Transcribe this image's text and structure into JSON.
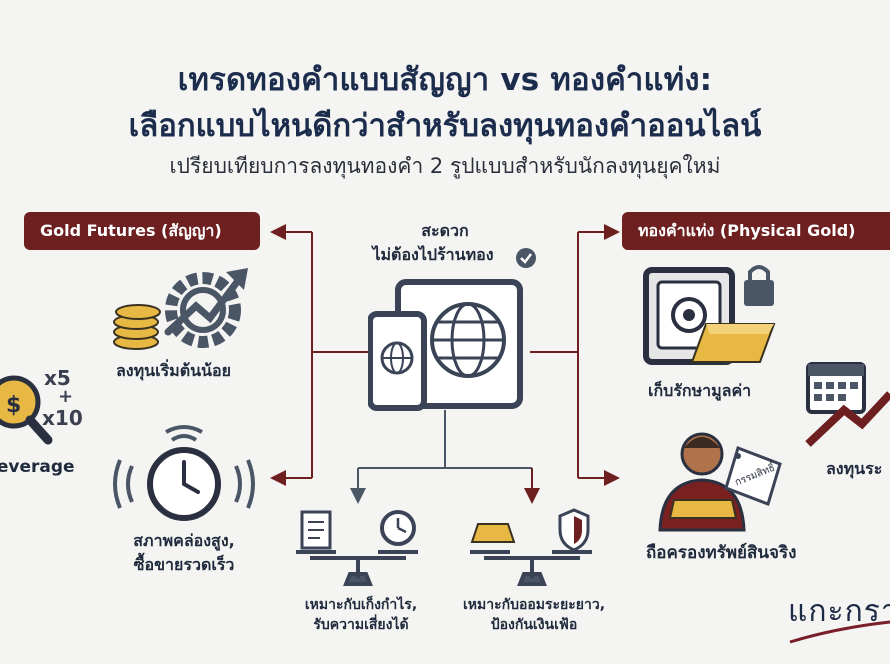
{
  "header": {
    "title_line1": "เทรดทองคำแบบสัญญา vs ทองคำแท่ง:",
    "title_line2": "เลือกแบบไหนดีกว่าสำหรับลงทุนทองคำออนไลน์",
    "subtitle": "เปรียบเทียบการลงทุนทองคำ 2 รูปแบบสำหรับนักลงทุนยุคใหม่"
  },
  "left": {
    "header": "Gold Futures (สัญญา)",
    "low_capital": "ลงทุนเริ่มต้นน้อย",
    "leverage": "Leverage",
    "mult_x5": "x5",
    "mult_plus": "+",
    "mult_x10": "x10",
    "liquidity_line1": "สภาพคล่องสูง,",
    "liquidity_line2": "ซื้อขายรวดเร็ว"
  },
  "center": {
    "convenient_line1": "สะดวก",
    "convenient_line2": "ไม่ต้องไปร้านทอง",
    "short_term_line1": "เหมาะกับเก็งกำไร,",
    "short_term_line2": "รับความเสี่ยงได้",
    "long_term_line1": "เหมาะกับออมระยะยาว,",
    "long_term_line2": "ป้องกันเงินเฟ้อ"
  },
  "right": {
    "header": "ทองคำแท่ง (Physical Gold)",
    "store_value": "เก็บรักษามูลค่า",
    "own_asset": "ถือครองทรัพย์สินจริง",
    "ownership_tag": "กรรมสิทธิ์",
    "invest_partial": "ลงทุนระ"
  },
  "brand": {
    "text": "แกะกรา"
  },
  "colors": {
    "accent_red": "#6e1f1f",
    "navy": "#1c2c4c",
    "gold": "#e8b845",
    "steel": "#4a5566"
  }
}
